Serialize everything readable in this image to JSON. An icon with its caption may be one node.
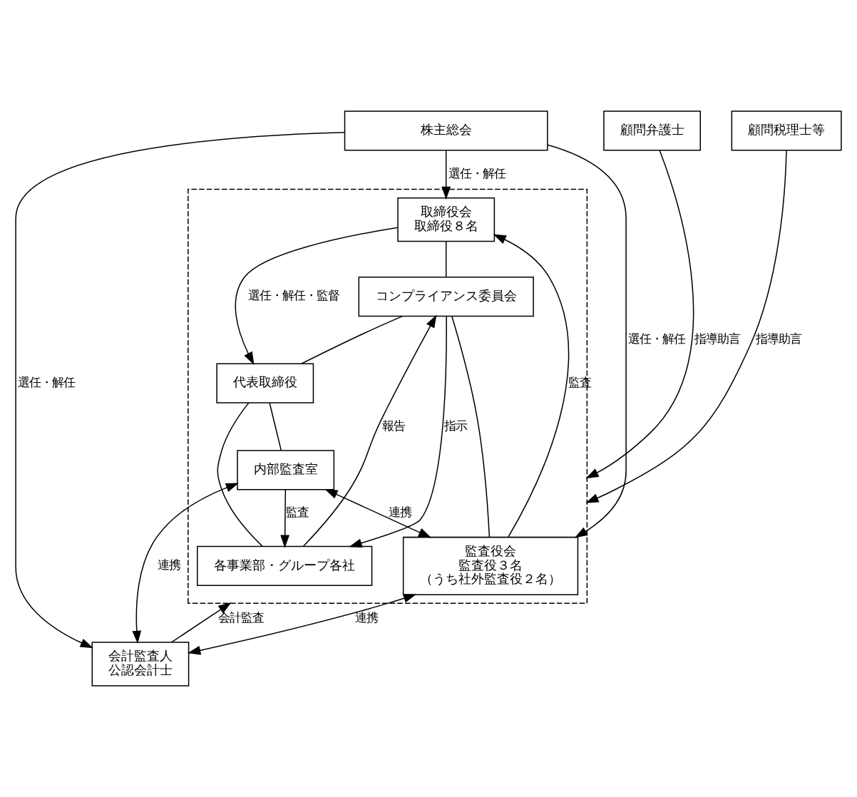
{
  "diagram": {
    "nodes": [
      {
        "text": [
          "株主総会"
        ]
      },
      {
        "text": [],
        "shape": "box"
      },
      {
        "text": [
          "取締役会",
          "取締役８名"
        ],
        "in": 1
      },
      {
        "text": [
          "監査役会",
          "監査役３名",
          "（うち社外監査役２名）"
        ],
        "in": 1
      },
      {
        "text": [
          "会計監査人",
          "公認会計士"
        ]
      },
      {
        "text": [
          "コンプライアンス委員会"
        ],
        "in": 1
      },
      {
        "text": [
          "代表取締役"
        ],
        "in": 1
      },
      {
        "text": [
          "内部監査室"
        ],
        "in": 1
      },
      {
        "text": [
          "顧問弁護士"
        ]
      },
      {
        "text": [
          "各事業部・グループ各社"
        ],
        "in": 1
      },
      {
        "text": [
          "顧問税理士等"
        ]
      }
    ],
    "edges": [
      {
        "from": 0,
        "to": 2,
        "arrow": "to",
        "label": "選任・解任"
      },
      {
        "from": 0,
        "to": 3,
        "arrow": "to",
        "label": "選任・解任"
      },
      {
        "from": 0,
        "to": 4,
        "arrow": "to",
        "label": "選任・解任"
      },
      {
        "from": 3,
        "to": 2,
        "arrow": "to",
        "label": "監査"
      },
      {
        "from": 4,
        "to": 1,
        "arrow": "to",
        "label": "会計監査"
      },
      {
        "from": 3,
        "to": 4,
        "arrow": "both",
        "label": "連携"
      },
      {
        "from": 2,
        "to": 6,
        "arrow": "to",
        "label": "選任・解任・監督"
      },
      {
        "from": 2,
        "to": 5,
        "arrow": "none"
      },
      {
        "from": 3,
        "to": 5,
        "arrow": "none"
      },
      {
        "from": 5,
        "to": 6,
        "arrow": "none"
      },
      {
        "from": 6,
        "to": 7,
        "arrow": "none"
      },
      {
        "from": 6,
        "to": 9,
        "arrow": "none"
      },
      {
        "from": 9,
        "to": 5,
        "arrow": "to",
        "label": "報告"
      },
      {
        "from": 5,
        "to": 9,
        "arrow": "to",
        "label": "指示"
      },
      {
        "from": 7,
        "to": 3,
        "arrow": "both",
        "label": "連携"
      },
      {
        "from": 4,
        "to": 7,
        "arrow": "both",
        "label": "連携"
      },
      {
        "from": 7,
        "to": 9,
        "arrow": "to",
        "label": "監査"
      },
      {
        "from": 8,
        "to": 1,
        "arrow": "to",
        "label": "指導助言"
      },
      {
        "from": 10,
        "to": 1,
        "arrow": "to",
        "label": "指導助言"
      }
    ]
  }
}
